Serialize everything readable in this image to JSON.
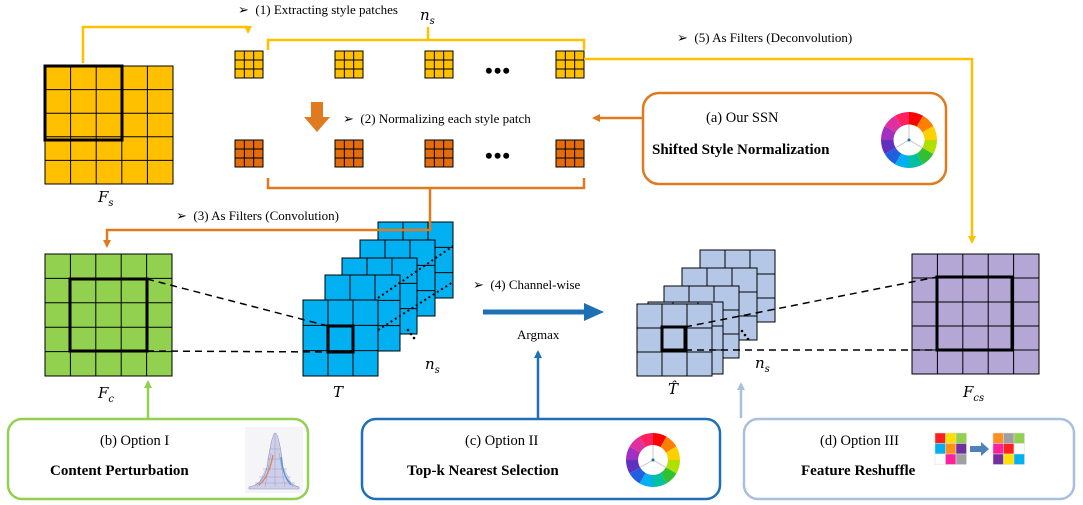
{
  "steps": {
    "s1": "(1) Extracting style patches",
    "s2": "(2) Normalizing each style patch",
    "s3": "(3) As Filters (Convolution)",
    "s4": "(4) Channel-wise",
    "s4b": "Argmax",
    "s5": "(5) As Filters (Deconvolution)"
  },
  "bullet": "➢",
  "ellipsis": "•••",
  "math": {
    "ns_base": "n",
    "ns_sub": "s",
    "fs_base": "F",
    "fs_sub": "s",
    "fc_base": "F",
    "fc_sub": "c",
    "fcs_base": "F",
    "fcs_sub": "cs",
    "t": "T",
    "that": "T̂"
  },
  "boxes": {
    "ssn": {
      "title": "(a) Our SSN",
      "subtitle": "Shifted Style Normalization",
      "color": "#E07A1F"
    },
    "opt1": {
      "title": "(b) Option I",
      "subtitle": "Content Perturbation",
      "color": "#92D050"
    },
    "opt2": {
      "title": "(c) Option II",
      "subtitle": "Top-k Nearest Selection",
      "color": "#1F6FB4"
    },
    "opt3": {
      "title": "(d) Option III",
      "subtitle": "Feature Reshuffle",
      "color": "#A8BFE0"
    }
  },
  "colors": {
    "style": "#FFC000",
    "normalized": "#E46C0A",
    "content": "#92D050",
    "tensor": "#00B0F0",
    "tensor_hat": "#B4C7E7",
    "output": "#B4A7D6"
  }
}
